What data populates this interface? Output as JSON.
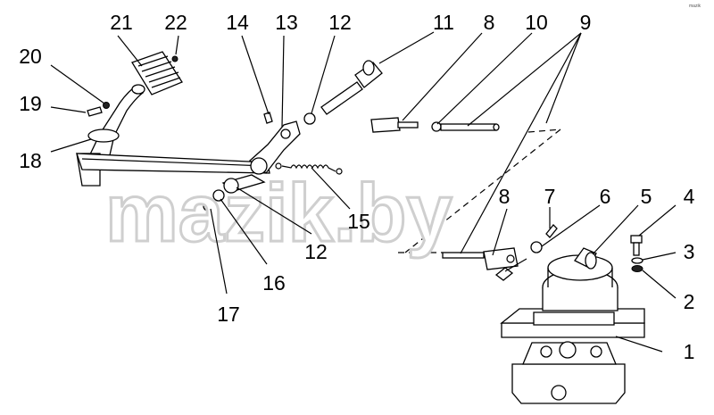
{
  "watermark": "mazik.by",
  "watermark_small": "mazik",
  "callouts": {
    "n1": "1",
    "n2": "2",
    "n3": "3",
    "n4": "4",
    "n5": "5",
    "n6": "6",
    "n7": "7",
    "n8a": "8",
    "n8b": "8",
    "n9": "9",
    "n10": "10",
    "n11": "11",
    "n12a": "12",
    "n12b": "12",
    "n13": "13",
    "n14": "14",
    "n15": "15",
    "n16": "16",
    "n17": "17",
    "n18": "18",
    "n19": "19",
    "n20": "20",
    "n21": "21",
    "n22": "22"
  }
}
